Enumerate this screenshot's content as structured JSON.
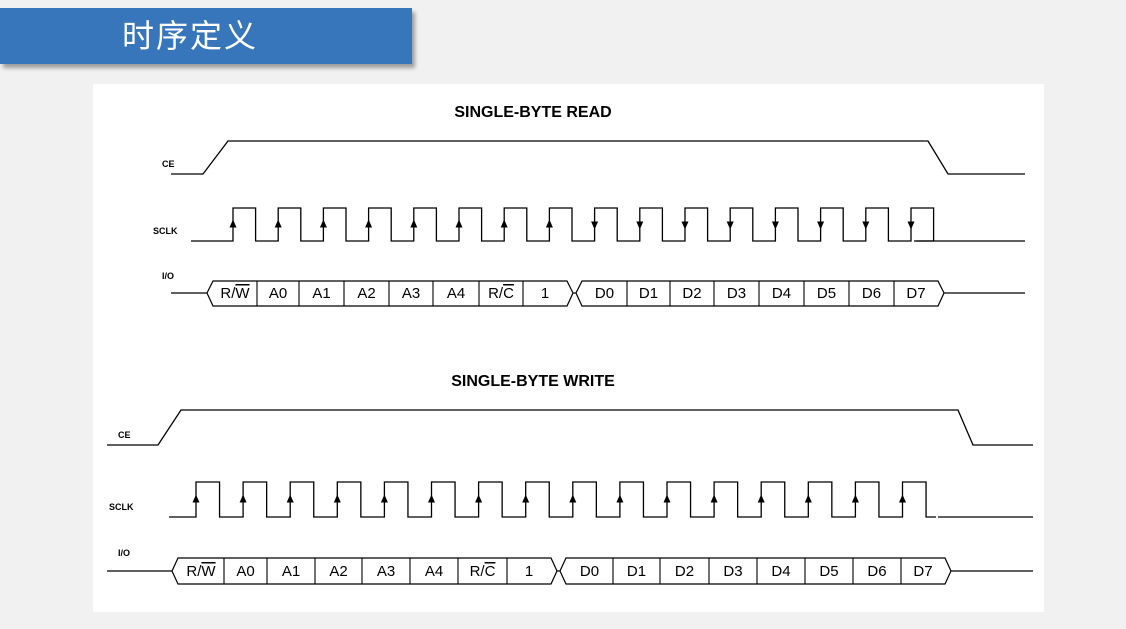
{
  "page": {
    "title": "时序定义",
    "colors": {
      "banner": "#3876bc",
      "background": "#f1f1f1",
      "panel": "#ffffff"
    }
  },
  "diagrams": [
    {
      "id": "read",
      "title": "SINGLE-BYTE READ",
      "signals": {
        "ce": "CE",
        "sclk": "SCLK",
        "io": "I/O"
      },
      "address_cells": [
        "R/W",
        "A0",
        "A1",
        "A2",
        "A3",
        "A4",
        "R/C",
        "1"
      ],
      "data_cells": [
        "D0",
        "D1",
        "D2",
        "D3",
        "D4",
        "D5",
        "D6",
        "D7"
      ],
      "clock_edges": [
        "up",
        "up",
        "up",
        "up",
        "up",
        "up",
        "up",
        "up",
        "down",
        "down",
        "down",
        "down",
        "down",
        "down",
        "down",
        "down"
      ]
    },
    {
      "id": "write",
      "title": "SINGLE-BYTE WRITE",
      "signals": {
        "ce": "CE",
        "sclk": "SCLK",
        "io": "I/O"
      },
      "address_cells": [
        "R/W",
        "A0",
        "A1",
        "A2",
        "A3",
        "A4",
        "R/C",
        "1"
      ],
      "data_cells": [
        "D0",
        "D1",
        "D2",
        "D3",
        "D4",
        "D5",
        "D6",
        "D7"
      ],
      "clock_edges": [
        "up",
        "up",
        "up",
        "up",
        "up",
        "up",
        "up",
        "up",
        "up",
        "up",
        "up",
        "up",
        "up",
        "up",
        "up",
        "up"
      ]
    }
  ]
}
